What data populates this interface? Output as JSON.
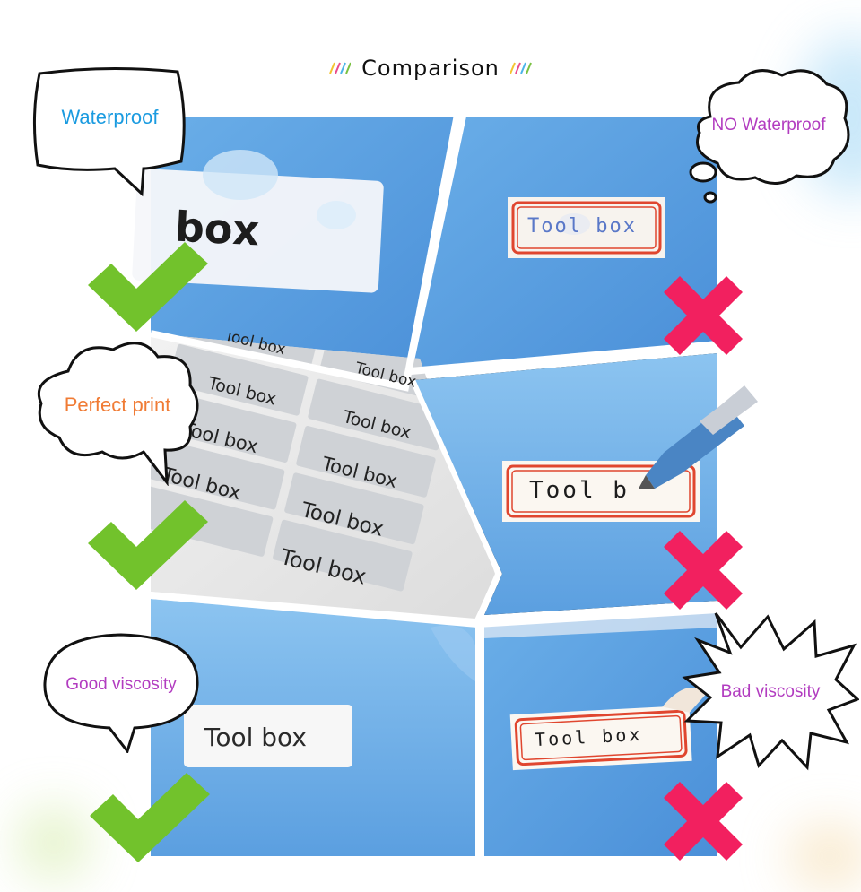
{
  "header": {
    "title": "Comparison"
  },
  "left": {
    "waterproof": {
      "label": "Waterproof",
      "color": "#1a9be0",
      "sticker_text": "box"
    },
    "perfect_print": {
      "label": "Perfect print",
      "color": "#f07b34",
      "sheet_text": "Tool box"
    },
    "good_viscosity": {
      "label": "Good viscosity",
      "color": "#b23cc0",
      "sticker_text": "Tool box"
    }
  },
  "right": {
    "no_waterproof": {
      "label": "NO Waterproof",
      "color": "#b23cc0",
      "sticker_text": "Tool box"
    },
    "writing": {
      "sticker_text": "Tool b"
    },
    "bad_viscosity": {
      "label": "Bad viscosity",
      "color": "#b23cc0",
      "sticker_text": "Tool box"
    }
  },
  "colors": {
    "check": "#72c22c",
    "cross": "#f2205f",
    "panel_blue": "#5b9fe0"
  },
  "icons": [
    "check-icon",
    "cross-icon",
    "pen-icon"
  ]
}
